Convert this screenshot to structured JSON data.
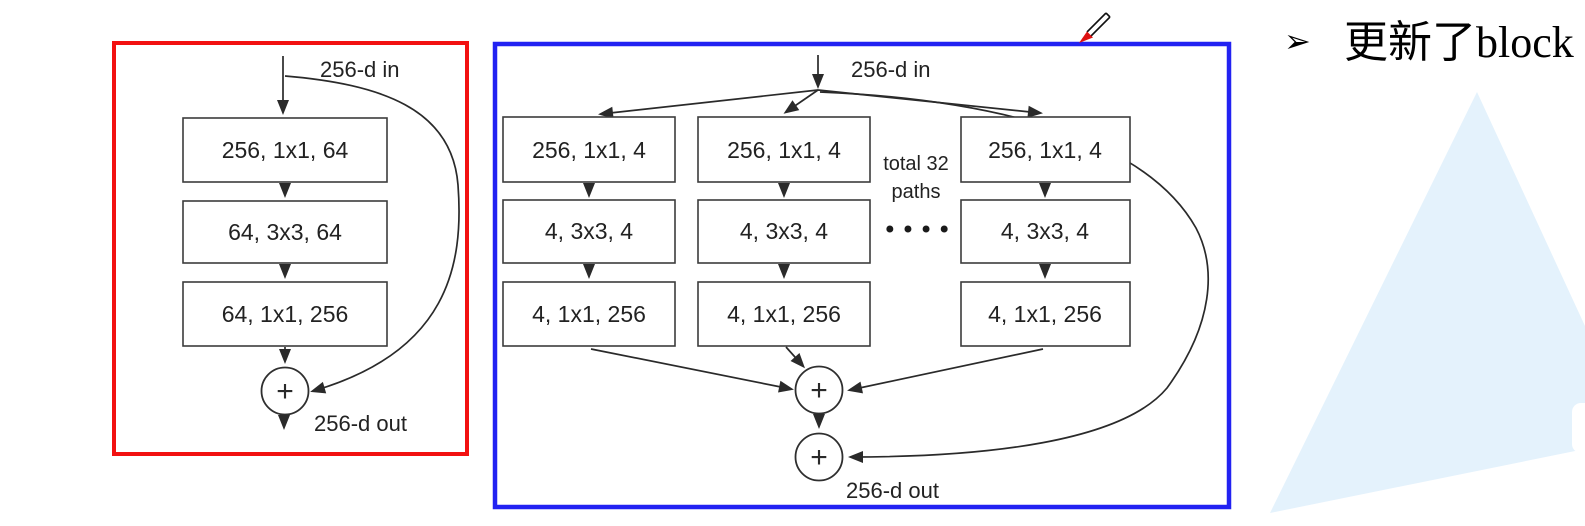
{
  "slide": {
    "note_marker": "➢",
    "note_text": "更新了block"
  },
  "resnet_block": {
    "input_label": "256-d in",
    "output_label": "256-d out",
    "sum_symbol": "+",
    "layers": [
      "256, 1x1, 64",
      "64, 3x3, 64",
      "64, 1x1, 256"
    ]
  },
  "resnext_block": {
    "input_label": "256-d in",
    "output_label": "256-d out",
    "sum_symbol": "+",
    "paths_note_line1": "total 32",
    "paths_note_line2": "paths",
    "ellipsis": "••••",
    "columns": [
      {
        "layers": [
          "256, 1x1, 4",
          "4, 3x3, 4",
          "4, 1x1, 256"
        ]
      },
      {
        "layers": [
          "256, 1x1, 4",
          "4, 3x3, 4",
          "4, 1x1, 256"
        ]
      },
      {
        "layers": [
          "256, 1x1, 4",
          "4, 3x3, 4",
          "4, 1x1, 256"
        ]
      }
    ]
  },
  "icons": {
    "cursor": "pencil-annotation-cursor",
    "ellipsis": "horizontal-dots"
  },
  "colors": {
    "resnet_border": "#f21111",
    "resnext_border": "#2222f2",
    "triangle": "#e4f2fc",
    "pencil_tip": "#dd1111",
    "line": "#2a2a2a"
  }
}
